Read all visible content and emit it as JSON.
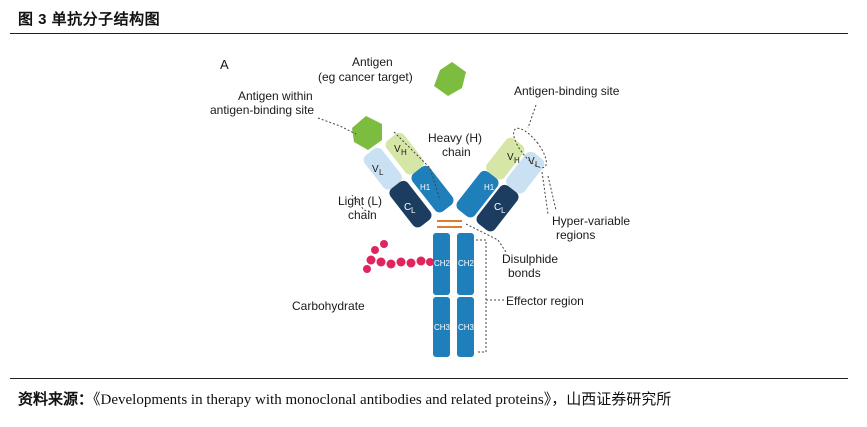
{
  "header": {
    "title": "图 3 单抗分子结构图"
  },
  "panel": {
    "letter": "A"
  },
  "labels": {
    "antigen_1": "Antigen",
    "antigen_2": "(eg cancer target)",
    "antigen_within_1": "Antigen within",
    "antigen_within_2": "antigen-binding site",
    "heavy_1": "Heavy (H)",
    "heavy_2": "chain",
    "binding_site": "Antigen-binding site",
    "light_1": "Light (L)",
    "light_2": "chain",
    "hyper_1": "Hyper-variable",
    "hyper_2": "regions",
    "disulphide_1": "Disulphide",
    "disulphide_2": "bonds",
    "carbohydrate": "Carbohydrate",
    "effector": "Effector region"
  },
  "domains": {
    "V": "V",
    "C": "C",
    "sub_H": "H",
    "sub_L": "L",
    "sub_H1": "H1",
    "ch2": "CH2",
    "ch3": "CH3"
  },
  "source": {
    "label": "资料来源：",
    "text": "《Developments in therapy with monoclonal antibodies and related proteins》，山西证券研究所"
  },
  "colors": {
    "heavy_dark": "#1c3d60",
    "heavy_blue": "#1f7fba",
    "vh_green": "#d6e6a6",
    "vl_light": "#c9e1f2",
    "antigen_green": "#7cbc3e",
    "carbohydrate_red": "#e0245e",
    "disulphide_orange": "#e07a2e",
    "rule": "#222222"
  }
}
